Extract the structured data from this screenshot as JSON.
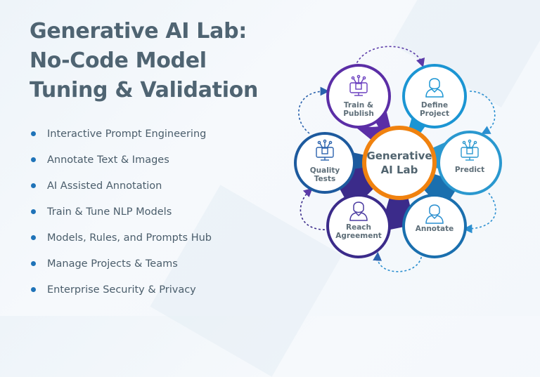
{
  "title": "Generative AI Lab: No-Code Model Tuning & Validation",
  "features": [
    "Interactive Prompt Engineering",
    "Annotate Text & Images",
    "AI Assisted Annotation",
    "Train & Tune NLP Models",
    "Models, Rules, and Prompts Hub",
    "Manage Projects & Teams",
    "Enterprise Security & Privacy"
  ],
  "diagram": {
    "center": {
      "label_line1": "Generative",
      "label_line2": "AI Lab",
      "ring_color": "#f0820f"
    },
    "nodes": [
      {
        "id": "train-publish",
        "line1": "Train &",
        "line2": "Publish",
        "icon": "monitor-network-icon",
        "color": "#5b2ea6"
      },
      {
        "id": "define-project",
        "line1": "Define",
        "line2": "Project",
        "icon": "user-icon",
        "color": "#1b95d3"
      },
      {
        "id": "predict",
        "line1": "Predict",
        "line2": "",
        "icon": "monitor-network-icon",
        "color": "#2a98cf"
      },
      {
        "id": "annotate",
        "line1": "Annotate",
        "line2": "",
        "icon": "user-icon",
        "color": "#1a6fae"
      },
      {
        "id": "reach-agreement",
        "line1": "Reach",
        "line2": "Agreement",
        "icon": "user-icon",
        "color": "#3b2b8a"
      },
      {
        "id": "quality-tests",
        "line1": "Quality",
        "line2": "Tests",
        "icon": "monitor-network-icon",
        "color": "#1d5a9e"
      }
    ]
  },
  "colors": {
    "title": "#4f6472",
    "bullet": "#1f73b8",
    "text": "#4a5d6b"
  }
}
